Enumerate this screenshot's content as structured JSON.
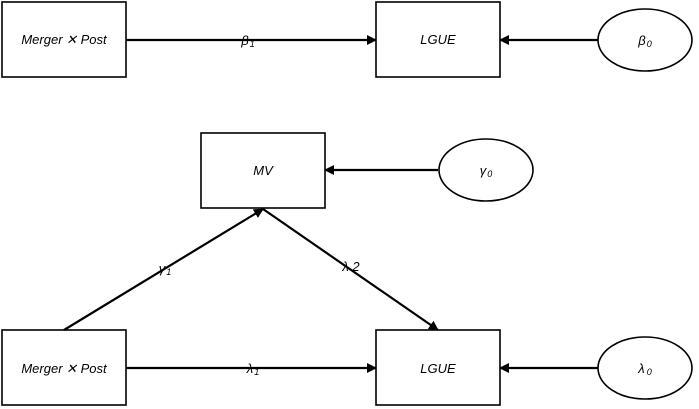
{
  "top": {
    "source_label": "Merger ✕ Post",
    "target_label": "LGUE",
    "constant_symbol": "β",
    "constant_sub": "0",
    "edge_symbol": "β",
    "edge_sub": "1"
  },
  "bottom": {
    "mediator_label": "MV",
    "mediator_constant_symbol": "γ",
    "mediator_constant_sub": "0",
    "source_label": "Merger ✕ Post",
    "target_label": "LGUE",
    "target_constant_symbol": "λ",
    "target_constant_sub": "0",
    "edge_source_mediator_symbol": "γ",
    "edge_source_mediator_sub": "1",
    "edge_mediator_target_label": "λ 2",
    "edge_source_target_symbol": "λ",
    "edge_source_target_sub": "1"
  },
  "colors": {
    "stroke": "#000000",
    "background": "#ffffff"
  }
}
